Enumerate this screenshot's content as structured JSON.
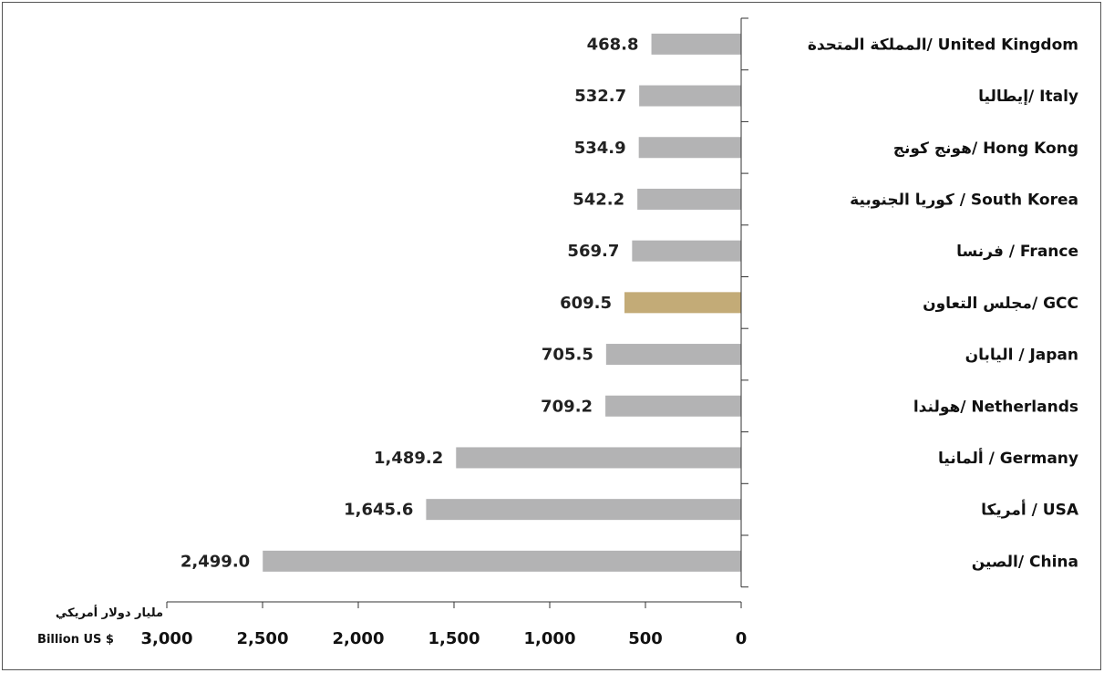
{
  "chart_data": {
    "type": "bar",
    "orientation": "horizontal",
    "categories": [
      "المملكة المتحدة/ United Kingdom",
      "إيطاليا/ Italy",
      "هونج كونج/ Hong Kong",
      "كوريا الجنوبية / South Korea",
      "فرنسا / France",
      "مجلس التعاون/ GCC",
      "اليابان / Japan",
      "هولندا/ Netherlands",
      "ألمانيا / Germany",
      "أمريكا / USA",
      "الصين/ China"
    ],
    "values": [
      468.8,
      532.7,
      534.9,
      542.2,
      569.7,
      609.5,
      705.5,
      709.2,
      1489.2,
      1645.6,
      2499.0
    ],
    "value_labels": [
      "468.8",
      "532.7",
      "534.9",
      "542.2",
      "569.7",
      "609.5",
      "705.5",
      "709.2",
      "1,489.2",
      "1,645.6",
      "2,499.0"
    ],
    "highlight_index": 5,
    "xlim": [
      0,
      3000
    ],
    "x_reversed": true,
    "xticks": [
      3000,
      2500,
      2000,
      1500,
      1000,
      500,
      0
    ],
    "xtick_labels": [
      "3,000",
      "2,500",
      "2,000",
      "1,500",
      "1,000",
      "500",
      "0"
    ],
    "xlabel_ar": "مليار دولار أمريكي",
    "xlabel_en": "Billion US $",
    "grid": false,
    "colors": {
      "bar": "#b3b3b4",
      "highlight": "#c3ab77",
      "text": "#111111"
    }
  }
}
